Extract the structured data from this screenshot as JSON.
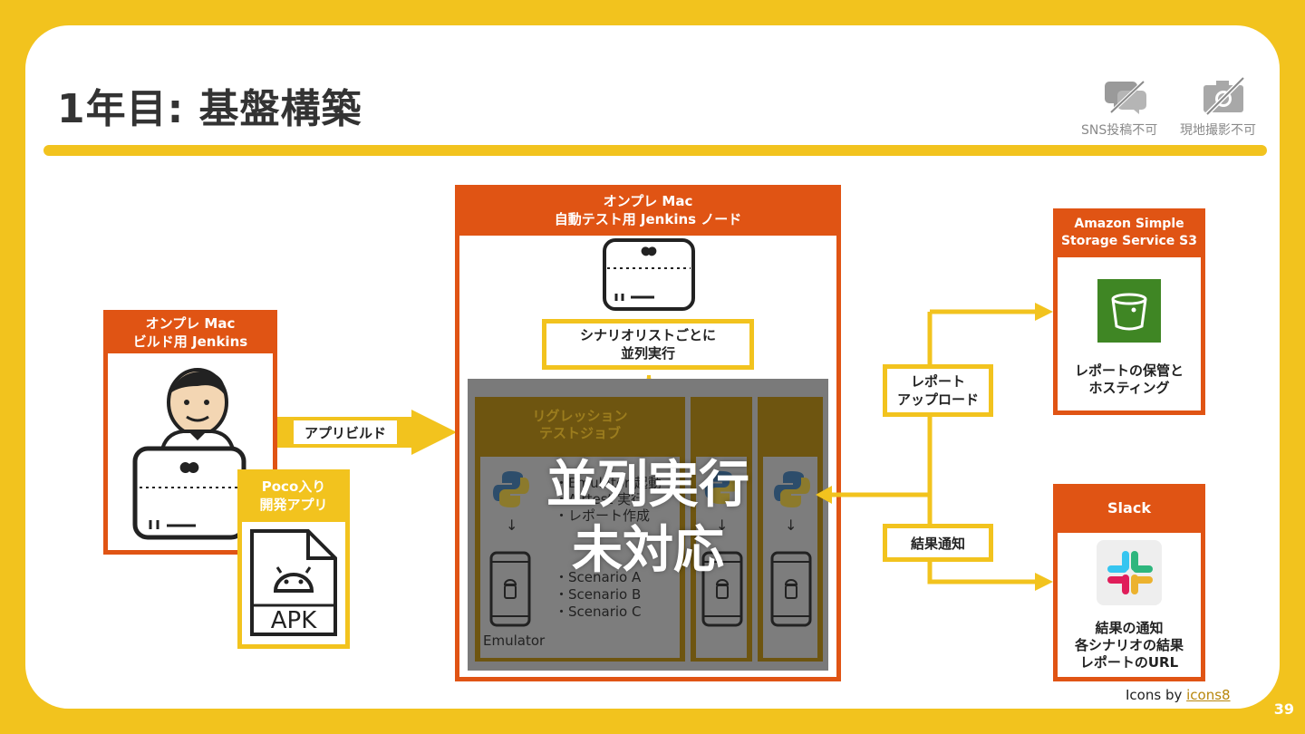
{
  "slide": {
    "title": "1年目: 基盤構築",
    "page_number": "39",
    "notices": [
      {
        "icon": "no-sns-icon",
        "label": "SNS投稿不可"
      },
      {
        "icon": "no-photo-icon",
        "label": "現地撮影不可"
      }
    ],
    "credit_prefix": "Icons by ",
    "credit_link": "icons8"
  },
  "diagram": {
    "build_node": {
      "header_line1": "オンプレ Mac",
      "header_line2": "ビルド用 Jenkins"
    },
    "poco_app": {
      "header_line1": "Poco入り",
      "header_line2": "開発アプリ",
      "file_label": "APK"
    },
    "build_arrow_label": "アプリビルド",
    "test_node": {
      "header_line1": "オンプレ Mac",
      "header_line2": "自動テスト用 Jenkins ノード"
    },
    "parallel_box": {
      "line1": "シナリオリストごとに",
      "line2": "並列実行"
    },
    "regression_job": {
      "title_line1": "リグレッション",
      "title_line2": "テストジョブ",
      "steps": [
        "・Emulator 起動",
        "・Airtest 実行",
        "・レポート作成"
      ],
      "scenarios": [
        "・Scenario A",
        "・Scenario B",
        "・Scenario C"
      ],
      "emulator_label": "Emulator"
    },
    "overlay": {
      "line1": "並列実行",
      "line2": "未対応"
    },
    "upload_label": {
      "line1": "レポート",
      "line2": "アップロード"
    },
    "notify_label": "結果通知",
    "s3": {
      "header_line1": "Amazon Simple",
      "header_line2": "Storage Service S3",
      "desc_line1": "レポートの保管と",
      "desc_line2": "ホスティング"
    },
    "slack": {
      "header": "Slack",
      "desc_line1": "結果の通知",
      "desc_line2": "各シナリオの結果",
      "desc_line3": "レポートのURL"
    }
  },
  "colors": {
    "brand_yellow": "#F2C31E",
    "accent_orange": "#E05414",
    "s3_green": "#3F8624"
  }
}
